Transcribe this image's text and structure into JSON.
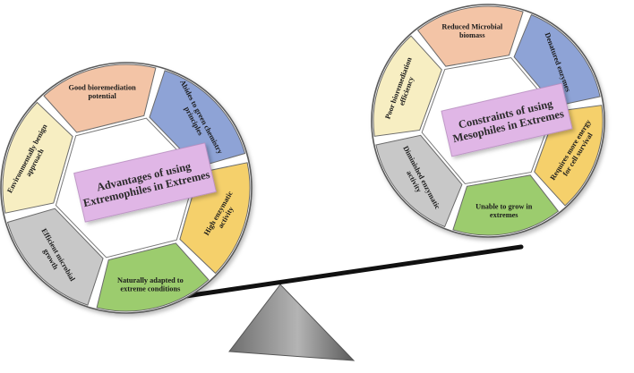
{
  "left_wheel": {
    "center_lines": [
      "Advantages of using",
      "Extremophiles in Extremes"
    ],
    "segments": [
      {
        "lines": [
          "Good bioremediation",
          "potential"
        ],
        "color": "#f3c4a6"
      },
      {
        "lines": [
          "Abides to green chemistry",
          "principles"
        ],
        "color": "#8ea3d6"
      },
      {
        "lines": [
          "High enzymatic",
          "activity"
        ],
        "color": "#f5d06b"
      },
      {
        "lines": [
          "Naturally adapted to",
          "extreme conditions"
        ],
        "color": "#9ccc6e"
      },
      {
        "lines": [
          "Efficient microbial",
          "growth"
        ],
        "color": "#c8c8c8"
      },
      {
        "lines": [
          "Environmentally benign",
          "approach"
        ],
        "color": "#f7eec2"
      }
    ]
  },
  "right_wheel": {
    "center_lines": [
      "Constraints of using",
      "Mesophiles in Extremes"
    ],
    "segments": [
      {
        "lines": [
          "Reduced Microbial",
          "biomass"
        ],
        "color": "#f3c4a6"
      },
      {
        "lines": [
          "Denatured enzymes"
        ],
        "color": "#8ea3d6"
      },
      {
        "lines": [
          "Requires more energy",
          "for cell survival"
        ],
        "color": "#f5d06b"
      },
      {
        "lines": [
          "Unable to grow in",
          "extremes"
        ],
        "color": "#9ccc6e"
      },
      {
        "lines": [
          "Diminished enzymatic",
          "activity"
        ],
        "color": "#c8c8c8"
      },
      {
        "lines": [
          "Poor bioremediation",
          "efficiency"
        ],
        "color": "#f7eec2"
      }
    ]
  },
  "colors": {
    "center_box": "#e0b6e6",
    "beam": "#111111",
    "fulcrum": "#8c8c8c"
  }
}
